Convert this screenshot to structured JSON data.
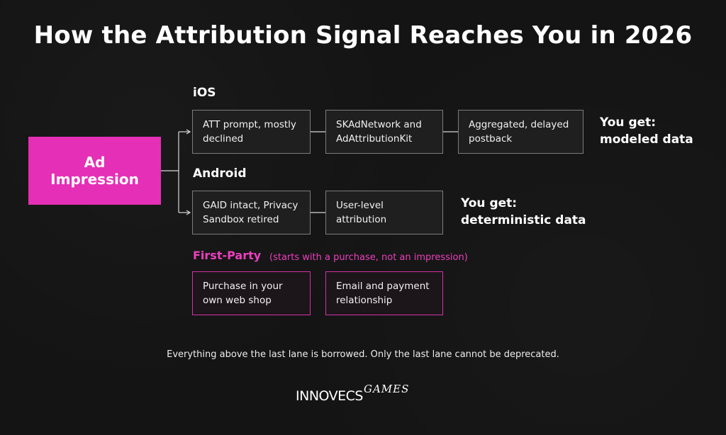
{
  "title": "How the Attribution Signal Reaches You in 2026",
  "source": {
    "label": "Ad Impression"
  },
  "lanes": {
    "ios": {
      "label": "iOS",
      "steps": [
        "ATT prompt, mostly declined",
        "SKAdNetwork and AdAttributionKit",
        "Aggregated, delayed postback"
      ],
      "result": "You get: modeled data"
    },
    "android": {
      "label": "Android",
      "steps": [
        "GAID intact, Privacy Sandbox retired",
        "User-level attribution"
      ],
      "result": "You get: deterministic data"
    },
    "first_party": {
      "label": "First-Party",
      "note": "(starts with a purchase, not an impression)",
      "steps": [
        "Purchase in your own web shop",
        "Email and payment relationship"
      ]
    }
  },
  "footnote": "Everything above the last lane is borrowed. Only the last lane cannot be deprecated.",
  "logo": {
    "main": "INNOVECS",
    "sub": "GAMES"
  },
  "colors": {
    "background": "#141414",
    "accent": "#e52fb6",
    "box_border": "#7c7c7c",
    "first_party_border": "#d531a8"
  }
}
